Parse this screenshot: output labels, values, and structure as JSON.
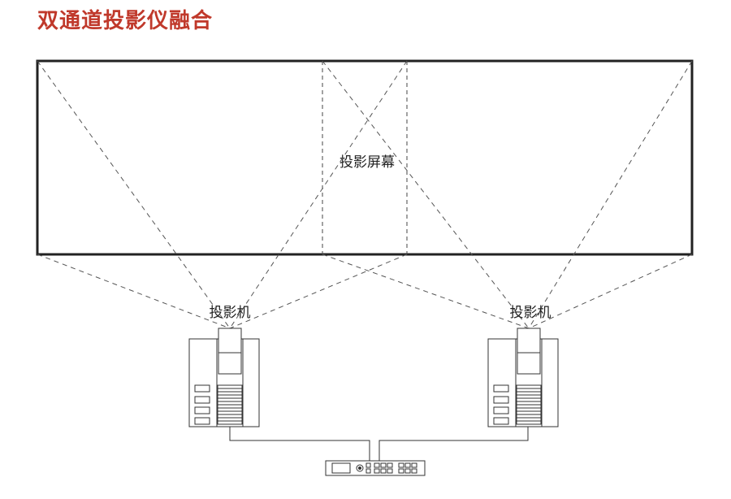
{
  "title": "双通道投影仪融合",
  "screen_label": "投影屏幕",
  "projectors": [
    {
      "label": "投影机"
    },
    {
      "label": "投影机"
    }
  ],
  "colors": {
    "title": "#c0392b",
    "line": "#222222"
  }
}
